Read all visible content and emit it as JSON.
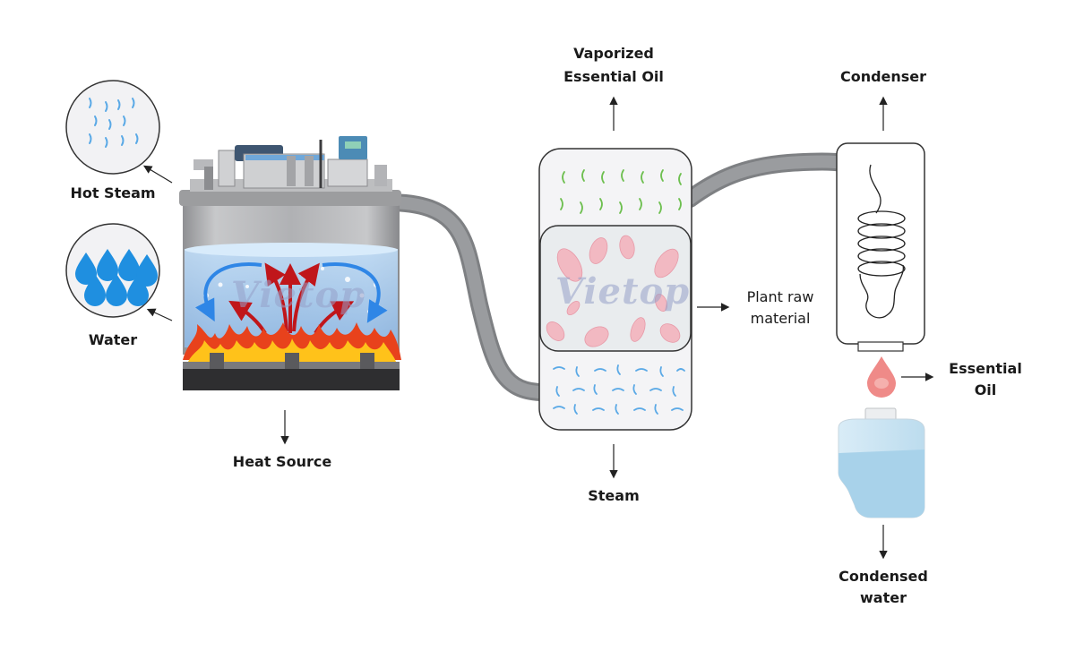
{
  "labels": {
    "hot_steam": "Hot Steam",
    "water": "Water",
    "heat_source": "Heat Source",
    "vaporized_line1": "Vaporized",
    "vaporized_line2": "Essential Oil",
    "steam": "Steam",
    "plant_line1": "Plant raw",
    "plant_line2": "material",
    "condenser": "Condenser",
    "essential_oil_line1": "Essential",
    "essential_oil_line2": "Oil",
    "condensed_line1": "Condensed",
    "condensed_line2": "water"
  },
  "watermark": "Vietop",
  "colors": {
    "steel": "#a9a9ab",
    "pipe": "#8f9194",
    "water": "#9ec8ef",
    "steam_squiggle": "#5aa9e6",
    "oil_squiggle": "#6dbf4f",
    "petal": "#f2b9c2",
    "flame_outer": "#e8421c",
    "flame_inner": "#ffc21a",
    "burner": "#2e2e30",
    "drop": "#ef8a88",
    "bottle_water": "#a8d2ea",
    "arrow_red": "#c0161b",
    "arrow_blue": "#2f86e6"
  }
}
